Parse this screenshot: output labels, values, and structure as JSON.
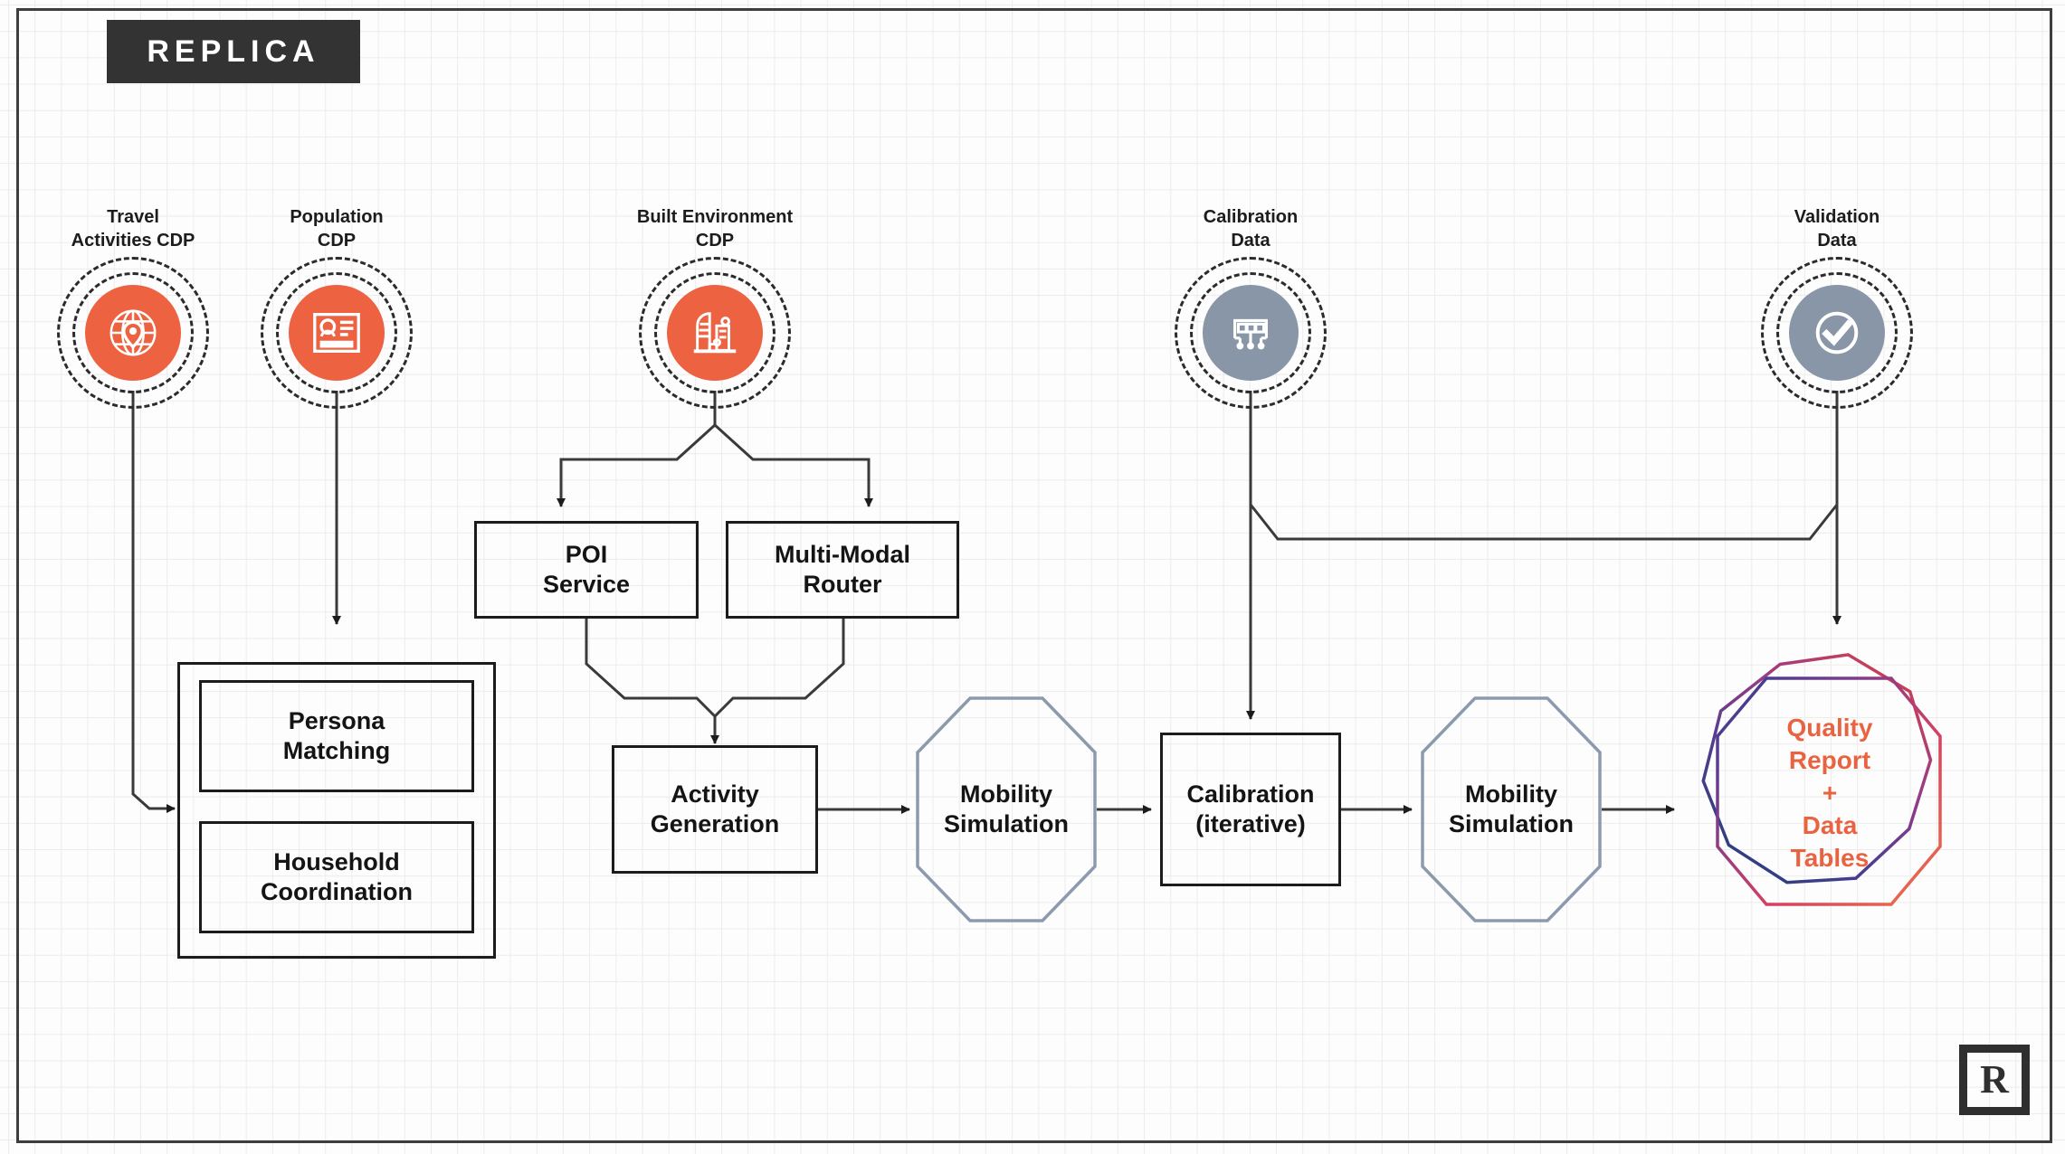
{
  "brand": {
    "wordmark": "REPLICA",
    "mark_letter": "R"
  },
  "sources": [
    {
      "id": "travel-activities-cdp",
      "label": "Travel\nActivities CDP",
      "icon": "globe-location-icon",
      "color": "#ed6240"
    },
    {
      "id": "population-cdp",
      "label": "Population\nCDP",
      "icon": "id-card-icon",
      "color": "#ed6240"
    },
    {
      "id": "built-environment-cdp",
      "label": "Built Environment\nCDP",
      "icon": "city-buildings-icon",
      "color": "#ed6240"
    },
    {
      "id": "calibration-data",
      "label": "Calibration\nData",
      "icon": "circuit-network-icon",
      "color": "#8996a8"
    },
    {
      "id": "validation-data",
      "label": "Validation\nData",
      "icon": "check-circle-icon",
      "color": "#8996a8"
    }
  ],
  "services": {
    "poi_service": "POI\nService",
    "multimodal_router": "Multi-Modal\nRouter"
  },
  "synthesis_group": {
    "persona_matching": "Persona\nMatching",
    "household_coordination": "Household\nCoordination"
  },
  "pipeline": {
    "activity_generation": "Activity\nGeneration",
    "mobility_simulation_1": "Mobility\nSimulation",
    "calibration": "Calibration\n(iterative)",
    "mobility_simulation_2": "Mobility\nSimulation"
  },
  "output": {
    "label": "Quality\nReport\n+\nData\nTables",
    "text_color": "#ea6341"
  },
  "palette": {
    "orange": "#ed6240",
    "slate": "#8996a8",
    "ink": "#1c1c1c",
    "grid": "#ececec",
    "octagon_stroke": "#8b9bad",
    "output_blue": "#2c3e8f",
    "output_purple": "#8c3f8f",
    "output_red": "#e0413f",
    "output_orange": "#e96b45"
  }
}
